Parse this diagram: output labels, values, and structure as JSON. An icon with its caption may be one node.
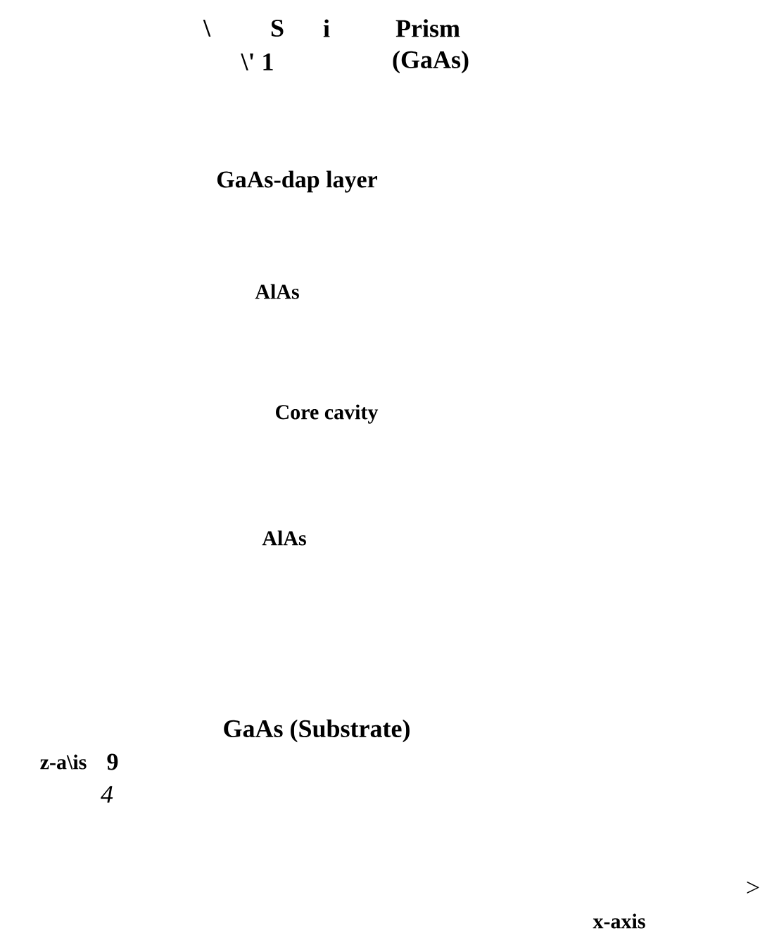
{
  "diagram": {
    "labels": [
      "\\",
      "S",
      "i",
      "Prism",
      "\\' 1",
      "(GaAs)",
      "GaAs-dap layer",
      "AlAs",
      "Core cavity",
      "AlAs",
      "GaAs (Substrate)",
      "z-a\\is",
      "9",
      "4",
      ">",
      "x-axis"
    ]
  }
}
